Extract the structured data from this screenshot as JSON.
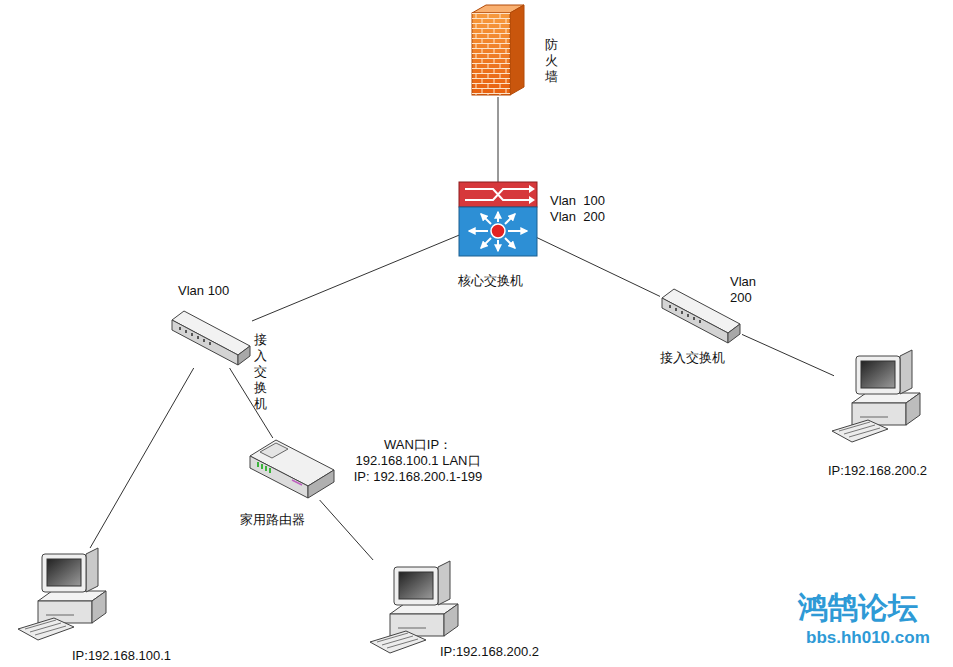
{
  "diagram": {
    "nodes": [
      {
        "text": [
          "防火墙"
        ]
      },
      {
        "text": [
          "核心交换机",
          "Vlan  100 Vlan  200"
        ]
      },
      {
        "text": [
          "Vlan 100",
          "接入交换机"
        ]
      },
      {
        "text": [
          "Vlan 200",
          "接入交换机"
        ]
      },
      {
        "text": [
          "IP:192.168.200.2"
        ]
      },
      {
        "text": [
          "家用路由器",
          "WAN口IP： 192.168.100.1 LAN口IP: 192.168.200.1-199"
        ]
      },
      {
        "text": [
          "IP:192.168.100.1"
        ]
      },
      {
        "text": [
          "IP:192.168.200.2"
        ]
      }
    ],
    "edges": [
      {
        "from": 0,
        "to": 1,
        "arrow": "none"
      },
      {
        "from": 1,
        "to": 2,
        "arrow": "none"
      },
      {
        "from": 1,
        "to": 3,
        "arrow": "none"
      },
      {
        "from": 3,
        "to": 4,
        "arrow": "none"
      },
      {
        "from": 2,
        "to": 5,
        "arrow": "none"
      },
      {
        "from": 2,
        "to": 6,
        "arrow": "none"
      },
      {
        "from": 5,
        "to": 7,
        "arrow": "none"
      }
    ],
    "labels": [
      "鸿鹄论坛",
      "bbs.hh010.com"
    ]
  }
}
